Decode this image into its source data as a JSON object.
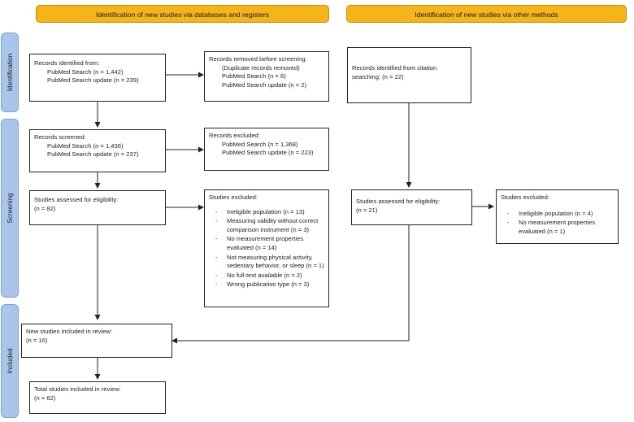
{
  "headers": {
    "databases": "Identification of new studies via databases and registers",
    "other": "Identification of new studies via other methods"
  },
  "phases": {
    "identification": "Identification",
    "screening": "Screening",
    "included": "Included"
  },
  "boxes": {
    "records_identified": {
      "title": "Records identified from:",
      "lines": [
        "PubMed Search (n = 1,442)",
        "PubMed Search update (n = 239)"
      ]
    },
    "records_removed": {
      "title": "Records removed before screening:",
      "lines": [
        "(Duplicate records removed)",
        "PubMed Search (n = 6)",
        "PubMed Search update (n = 2)"
      ]
    },
    "records_screened": {
      "title": "Records screened:",
      "lines": [
        "PubMed Search (n = 1,436)",
        "PubMed Search update (n = 237)"
      ]
    },
    "records_excluded": {
      "title": "Records excluded:",
      "lines": [
        "PubMed Search (n = 1,368)",
        "PubMed Search update (n = 223)"
      ]
    },
    "assessed_db": {
      "title": "Studies assessed for eligibility:",
      "count": "(n = 82)"
    },
    "excluded_db": {
      "title": "Studies excluded:",
      "items": [
        "Ineligible population (n = 13)",
        "Measuring validity without correct comparison instrument (n = 3)",
        "No measurement properties evaluated (n = 14)",
        "Not measuring physical activity, sedentary behavior, or sleep (n = 1)",
        "No full-text available (n = 2)",
        "Wrong publication type (n = 3)"
      ]
    },
    "citation_identified": {
      "text": "Records identified from citation searching: (n = 22)"
    },
    "assessed_other": {
      "title": "Studies assessed for eligibility:",
      "count": "(n = 21)"
    },
    "excluded_other": {
      "title": "Studies excluded:",
      "items": [
        "Ineligible population (n = 4)",
        "No measurement properties evaluated (n = 1)"
      ]
    },
    "new_included": {
      "title": "New studies included in review:",
      "count": "(n = 16)"
    },
    "total_included": {
      "title": "Total studies included in review:",
      "count": "(n = 62)"
    }
  }
}
